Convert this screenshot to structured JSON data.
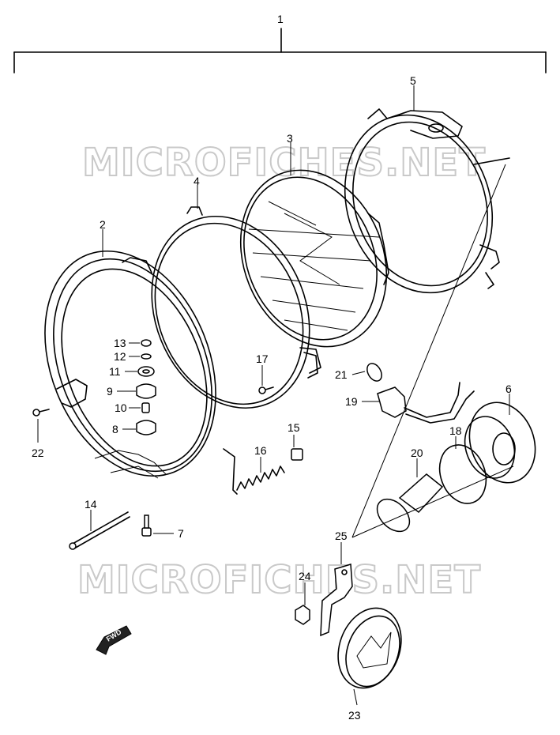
{
  "watermark": "MICROFICHES.NET",
  "assembly_label": "1",
  "fwd_label": "FWD",
  "parts": [
    {
      "id": "p1",
      "label": "1",
      "name": "headlight assembly"
    },
    {
      "id": "p2",
      "label": "2",
      "name": "headlight rim"
    },
    {
      "id": "p3",
      "label": "3",
      "name": "headlight unit"
    },
    {
      "id": "p4",
      "label": "4",
      "name": "inner ring"
    },
    {
      "id": "p5",
      "label": "5",
      "name": "housing"
    },
    {
      "id": "p6",
      "label": "6",
      "name": "socket cover"
    },
    {
      "id": "p7",
      "label": "7",
      "name": "bolt"
    },
    {
      "id": "p8",
      "label": "8",
      "name": "grommet"
    },
    {
      "id": "p9",
      "label": "9",
      "name": "cushion"
    },
    {
      "id": "p10",
      "label": "10",
      "name": "collar"
    },
    {
      "id": "p11",
      "label": "11",
      "name": "washer"
    },
    {
      "id": "p12",
      "label": "12",
      "name": "washer"
    },
    {
      "id": "p13",
      "label": "13",
      "name": "nut"
    },
    {
      "id": "p14",
      "label": "14",
      "name": "adjusting screw"
    },
    {
      "id": "p15",
      "label": "15",
      "name": "nut"
    },
    {
      "id": "p16",
      "label": "16",
      "name": "spring"
    },
    {
      "id": "p17",
      "label": "17",
      "name": "screw"
    },
    {
      "id": "p18",
      "label": "18",
      "name": "bulb holder"
    },
    {
      "id": "p19",
      "label": "19",
      "name": "socket"
    },
    {
      "id": "p20",
      "label": "20",
      "name": "bulb"
    },
    {
      "id": "p21",
      "label": "21",
      "name": "position bulb"
    },
    {
      "id": "p22",
      "label": "22",
      "name": "screw"
    },
    {
      "id": "p23",
      "label": "23",
      "name": "reflector"
    },
    {
      "id": "p24",
      "label": "24",
      "name": "nut"
    },
    {
      "id": "p25",
      "label": "25",
      "name": "bracket"
    }
  ]
}
